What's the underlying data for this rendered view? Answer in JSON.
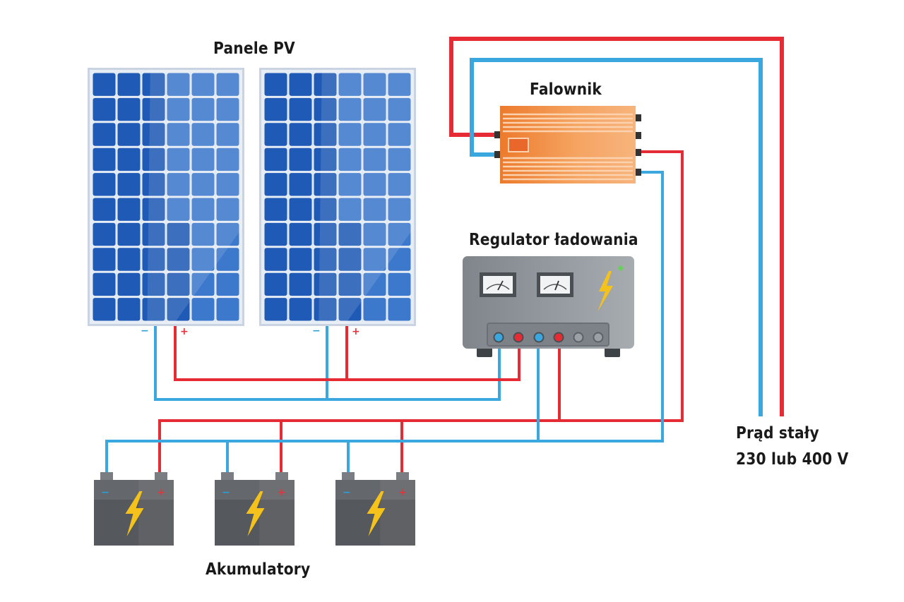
{
  "labels": {
    "panels": "Panele PV",
    "inverter": "Falownik",
    "regulator": "Regulator ładowania",
    "batteries": "Akumulatory",
    "output_line1": "Prąd stały",
    "output_line2": "230 lub 400 V"
  },
  "polarity": {
    "negative": "−",
    "positive": "+"
  },
  "colors": {
    "wire_positive": "#e52b34",
    "wire_negative": "#3aa8df",
    "panel_cell": "#1f5bb6",
    "inverter": "#f08a3c",
    "regulator": "#8f959b",
    "battery": "#55585c",
    "bolt": "#f5c21b"
  },
  "icons": [
    "lightning-bolt-icon",
    "gauge-icon"
  ]
}
